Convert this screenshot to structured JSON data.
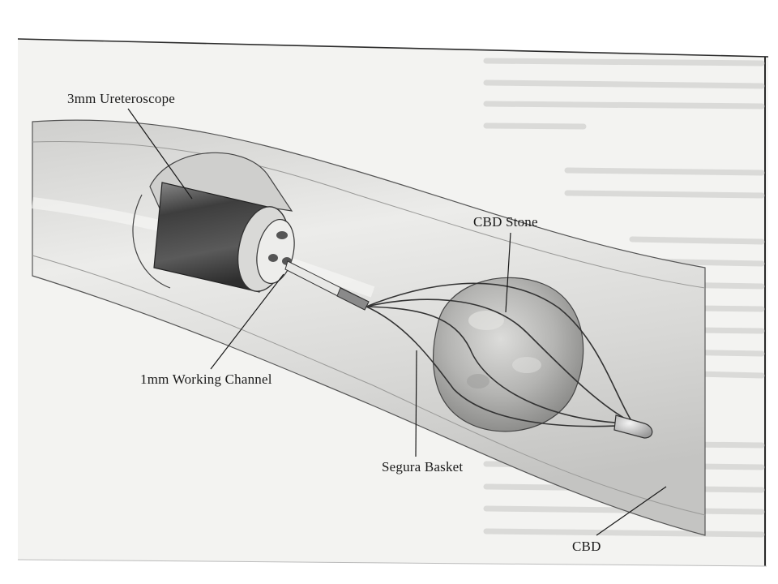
{
  "figure": {
    "labels": {
      "ureteroscope": "3mm Ureteroscope",
      "stone": "CBD Stone",
      "working_channel": "1mm Working Channel",
      "basket": "Segura Basket",
      "duct": "CBD"
    },
    "colors": {
      "paper": "#f2f2f0",
      "duct_wall": "#d7d7d5",
      "duct_lumen": "#e6e6e4",
      "scope_body": "#4a4a4a",
      "stone": "#bdbdbb",
      "ink": "#1a1a1a"
    }
  }
}
